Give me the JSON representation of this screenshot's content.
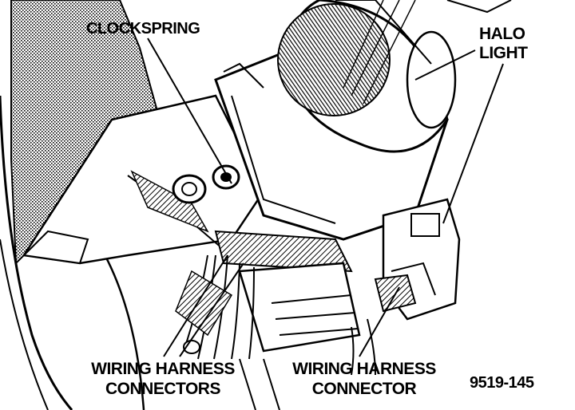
{
  "diagram": {
    "labels": {
      "clockspring": "CLOCKSPRING",
      "halo_light_line1": "HALO",
      "halo_light_line2": "LIGHT",
      "wiring_harness_connectors_line1": "WIRING HARNESS",
      "wiring_harness_connectors_line2": "CONNECTORS",
      "wiring_harness_connector_line1": "WIRING HARNESS",
      "wiring_harness_connector_line2": "CONNECTOR",
      "figure_number": "9519-145"
    }
  }
}
